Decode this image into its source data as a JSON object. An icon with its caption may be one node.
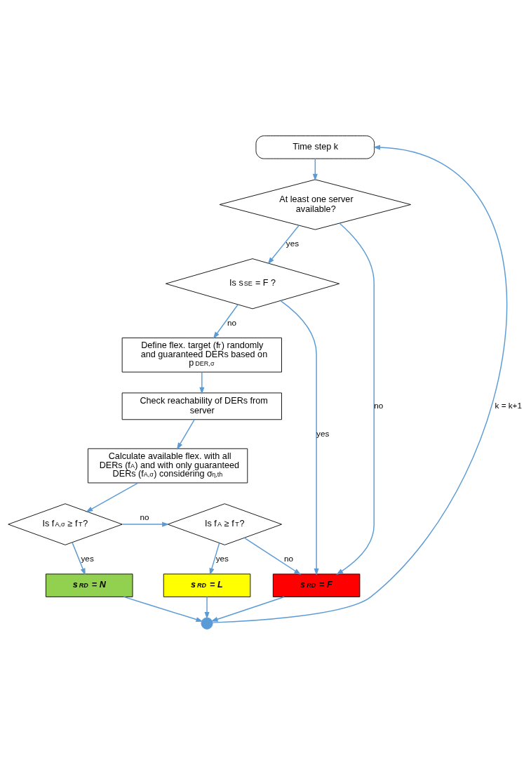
{
  "diagram": {
    "nodes": [
      {
        "text": [
          "Time step k"
        ]
      },
      {
        "text": [
          "At least one server available?"
        ]
      },
      {
        "text": [
          "Is s$^{SE}$ = F ?"
        ]
      },
      {
        "text": [
          "Define flex. target (f$^{T}$) randomly and guaranteed DERs based on p$^{DER,σ}$"
        ]
      },
      {
        "text": [
          "Check reachability of DERs from server"
        ]
      },
      {
        "text": [
          "Calculate available flex. with all DERs (f$^{A}$) and with only guaranteed DERs (f$^{A,σ}$) considering σ$^{η,th}$"
        ]
      },
      {
        "text": [
          "Is f$^{A,σ}$ ≥ f$^{T}$?"
        ]
      },
      {
        "text": [
          "Is f$^{A}$ ≥ f$^{T}$?"
        ]
      },
      {
        "text": [
          "s$^{RD}$ = N"
        ]
      },
      {
        "text": [
          "s$^{RD}$ = L"
        ]
      },
      {
        "text": [
          "s$^{RD}$ = F"
        ]
      },
      {
        "text": [],
        "shape": "circle"
      }
    ],
    "edges": [
      {
        "from": 0,
        "to": 1,
        "arrow": "to"
      },
      {
        "from": 1,
        "to": 10,
        "arrow": "to",
        "label": "no"
      },
      {
        "from": 1,
        "to": 2,
        "arrow": "to",
        "label": "yes"
      },
      {
        "from": 2,
        "to": 10,
        "arrow": "to",
        "label": "yes"
      },
      {
        "from": 2,
        "to": 3,
        "arrow": "to",
        "label": "no"
      },
      {
        "from": 3,
        "to": 4,
        "arrow": "to"
      },
      {
        "from": 4,
        "to": 5,
        "arrow": "to"
      },
      {
        "from": 5,
        "to": 6,
        "arrow": "to"
      },
      {
        "from": 6,
        "to": 7,
        "arrow": "to",
        "label": "no"
      },
      {
        "from": 6,
        "to": 8,
        "arrow": "to",
        "label": "yes"
      },
      {
        "from": 7,
        "to": 9,
        "arrow": "to",
        "label": "yes"
      },
      {
        "from": 7,
        "to": 10,
        "arrow": "to",
        "label": "no"
      },
      {
        "from": 8,
        "to": 11,
        "arrow": "to"
      },
      {
        "from": 9,
        "to": 11,
        "arrow": "to"
      },
      {
        "from": 10,
        "to": 11,
        "arrow": "to"
      },
      {
        "from": 11,
        "to": 0,
        "arrow": "to",
        "label": "k = k+1"
      }
    ]
  }
}
